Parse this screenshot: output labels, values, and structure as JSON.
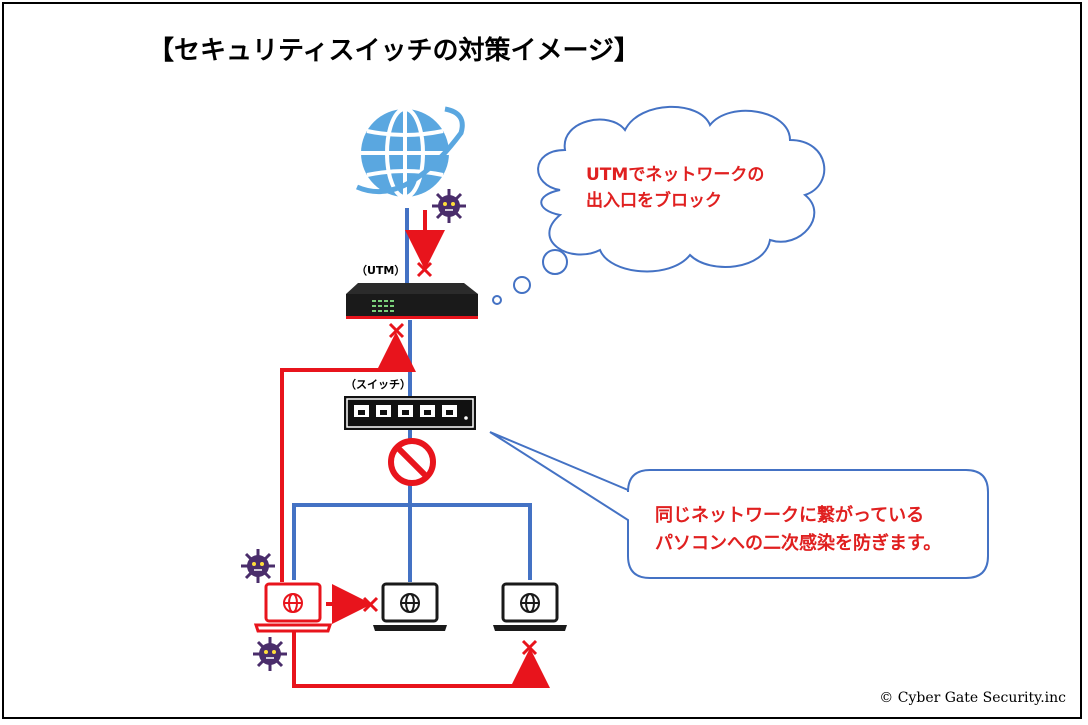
{
  "title": "【セキュリティスイッチの対策イメージ】",
  "utm_label": "（UTM）",
  "switch_label": "（スイッチ）",
  "cloud_callout": {
    "line1": "UTMでネットワークの",
    "line2": "出入口をブロック"
  },
  "speech_callout": {
    "line1": "同じネットワークに繋がっている",
    "line2": "パソコンへの二次感染を防ぎます。"
  },
  "copyright": "© Cyber Gate Security.inc",
  "colors": {
    "network_line": "#4472c4",
    "attack_line": "#e8141c",
    "globe": "#5aa7e0",
    "virus": "#4a2d6b",
    "device": "#1a1a1a"
  },
  "icons": [
    "globe-icon",
    "virus-icon",
    "block-x-icon",
    "prohibited-icon",
    "laptop-icon"
  ]
}
